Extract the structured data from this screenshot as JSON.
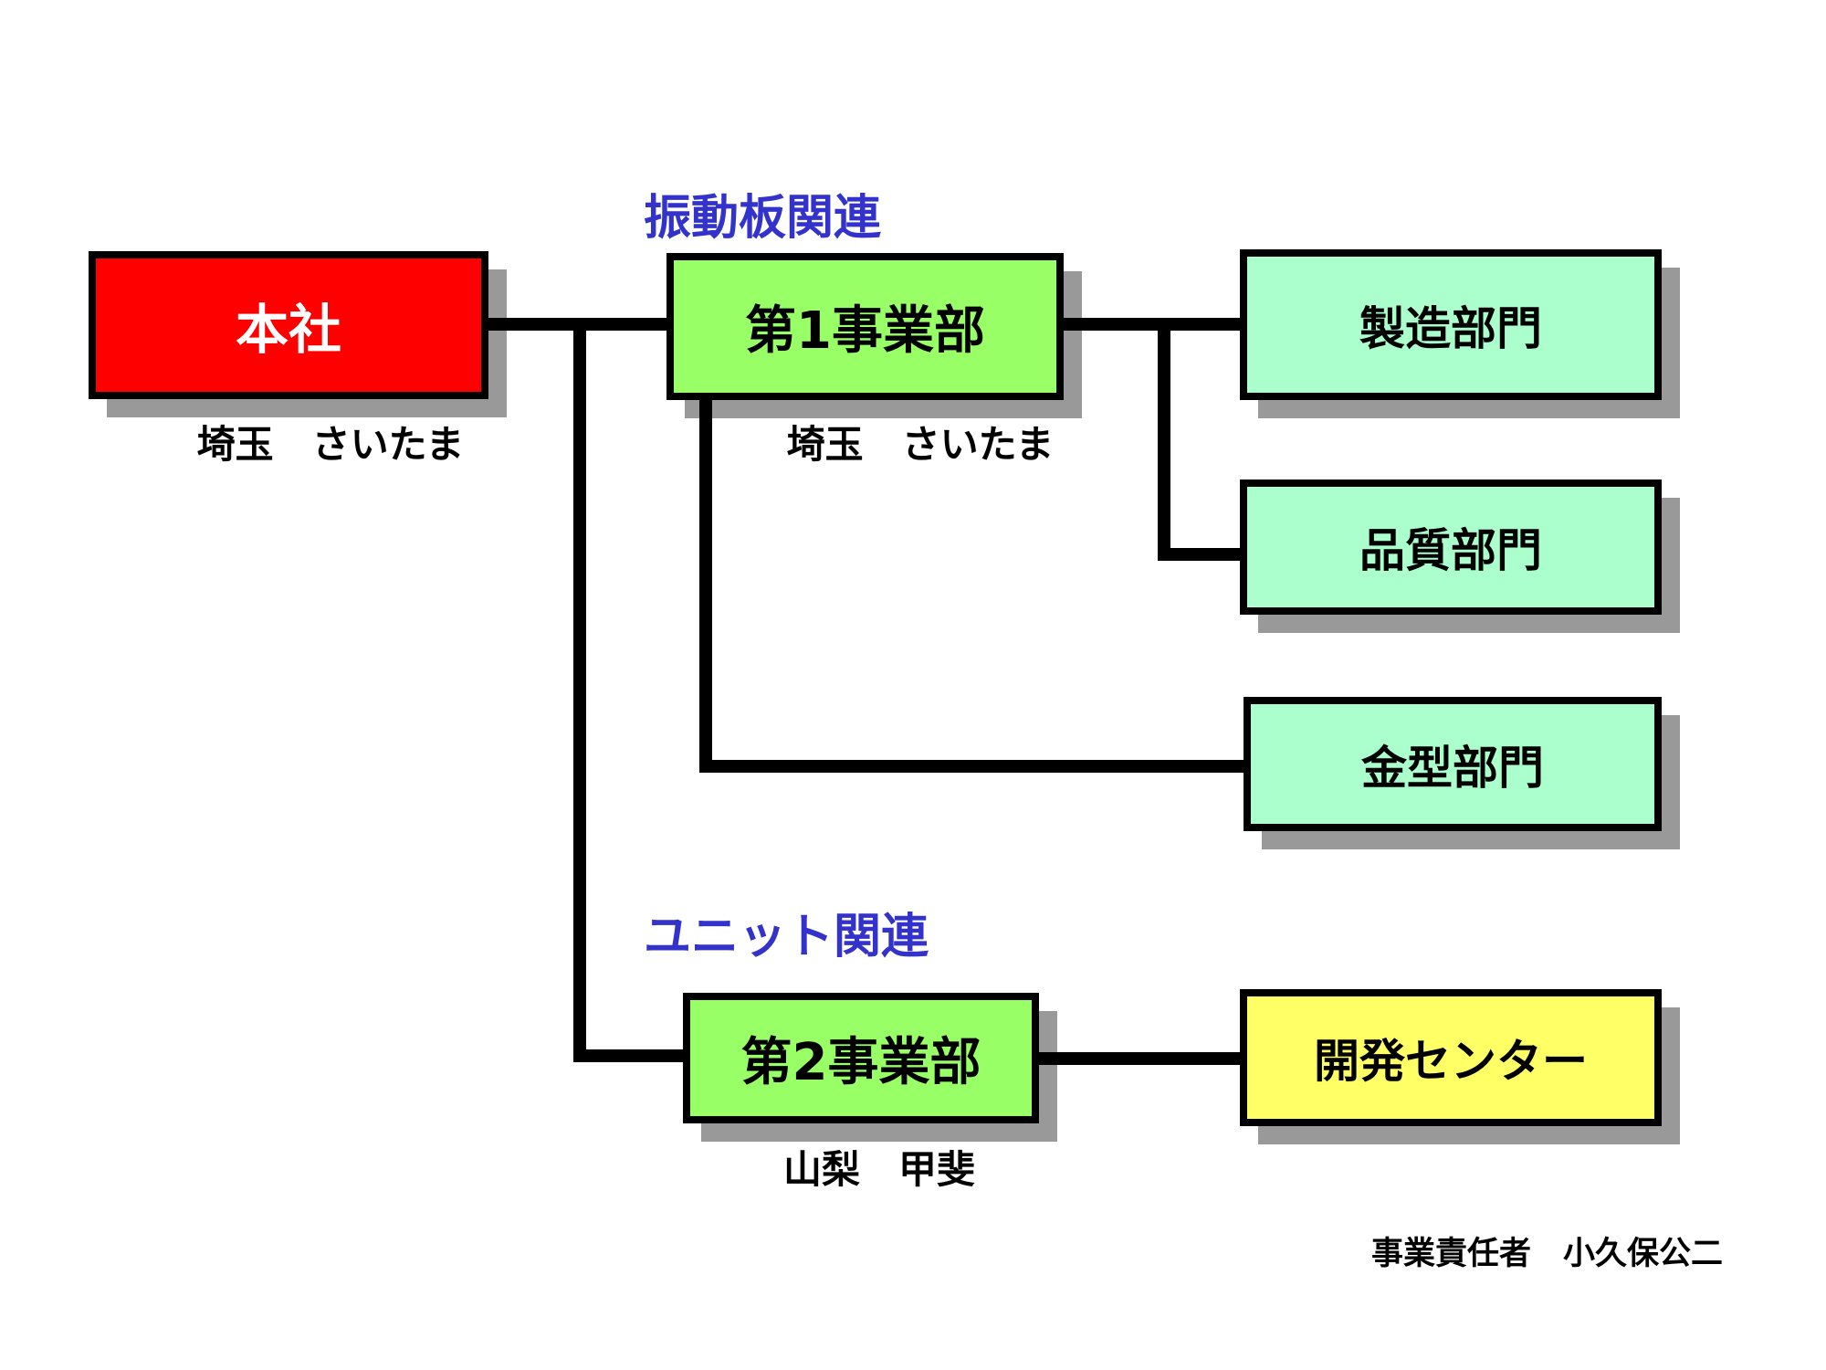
{
  "diagram": {
    "type": "org-chart",
    "nodes": {
      "honsha": {
        "label": "本社",
        "sublabel": "埼玉　さいたま",
        "fill": "#FF0000",
        "text_color": "#FFFFFF"
      },
      "div1": {
        "label": "第1事業部",
        "sublabel": "埼玉　さいたま",
        "fill": "#99FF66",
        "text_color": "#000000"
      },
      "seizo": {
        "label": "製造部門",
        "fill": "#AAFFCC",
        "text_color": "#000000"
      },
      "hinshitsu": {
        "label": "品質部門",
        "fill": "#AAFFCC",
        "text_color": "#000000"
      },
      "kanagata": {
        "label": "金型部門",
        "fill": "#AAFFCC",
        "text_color": "#000000"
      },
      "div2": {
        "label": "第2事業部",
        "sublabel": "山梨　甲斐",
        "fill": "#99FF66",
        "text_color": "#000000"
      },
      "kaihatsu": {
        "label": "開発センター",
        "fill": "#FFFF66",
        "text_color": "#000000"
      }
    },
    "group_labels": {
      "diaphragm": "振動板関連",
      "unit": "ユニット関連"
    },
    "edges": [
      {
        "from": "honsha",
        "to": "div1"
      },
      {
        "from": "honsha",
        "to": "div2"
      },
      {
        "from": "div1",
        "to": "seizo"
      },
      {
        "from": "div1",
        "to": "hinshitsu"
      },
      {
        "from": "div1",
        "to": "kanagata"
      },
      {
        "from": "div2",
        "to": "kaihatsu"
      }
    ],
    "footer": {
      "manager": "事業責任者　小久保公二"
    },
    "colors": {
      "head_office_fill": "#FF0000",
      "division_fill": "#99FF66",
      "department_fill": "#AAFFCC",
      "center_fill": "#FFFF66",
      "group_label_text": "#3333CC",
      "connector": "#000000",
      "border": "#000000",
      "shadow": "#999999",
      "background": "#FFFFFF"
    }
  }
}
